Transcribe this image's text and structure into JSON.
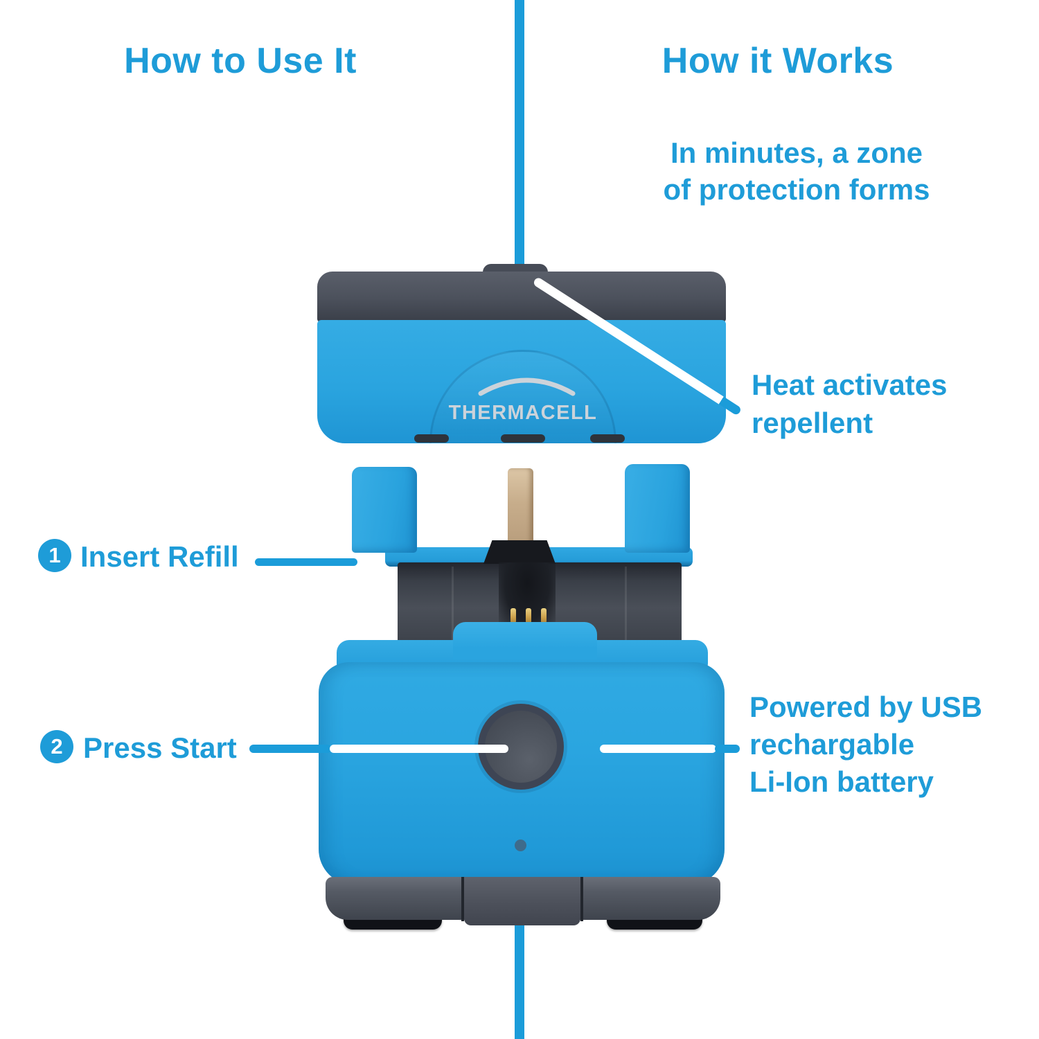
{
  "headings": {
    "left": "How to Use It",
    "right": "How it Works"
  },
  "intro": {
    "line1": "In minutes, a zone",
    "line2": "of protection forms"
  },
  "annotations": {
    "heat": {
      "line1": "Heat activates",
      "line2": "repellent"
    },
    "power": {
      "line1": "Powered by USB",
      "line2": "rechargable",
      "line3": "Li-Ion battery"
    }
  },
  "steps": [
    {
      "number": "1",
      "label": "Insert Refill"
    },
    {
      "number": "2",
      "label": "Press Start"
    }
  ],
  "device": {
    "brand": "THERMACELL"
  },
  "colors": {
    "accent_text_blue": "#1E9CD8",
    "leader_line_blue": "#1B9CD9",
    "device_blue": "#2AA5E0",
    "device_dark_gray": "#4C515C",
    "refill_tan": "#C7AD8B",
    "logo_gray": "#CCD3DA"
  }
}
